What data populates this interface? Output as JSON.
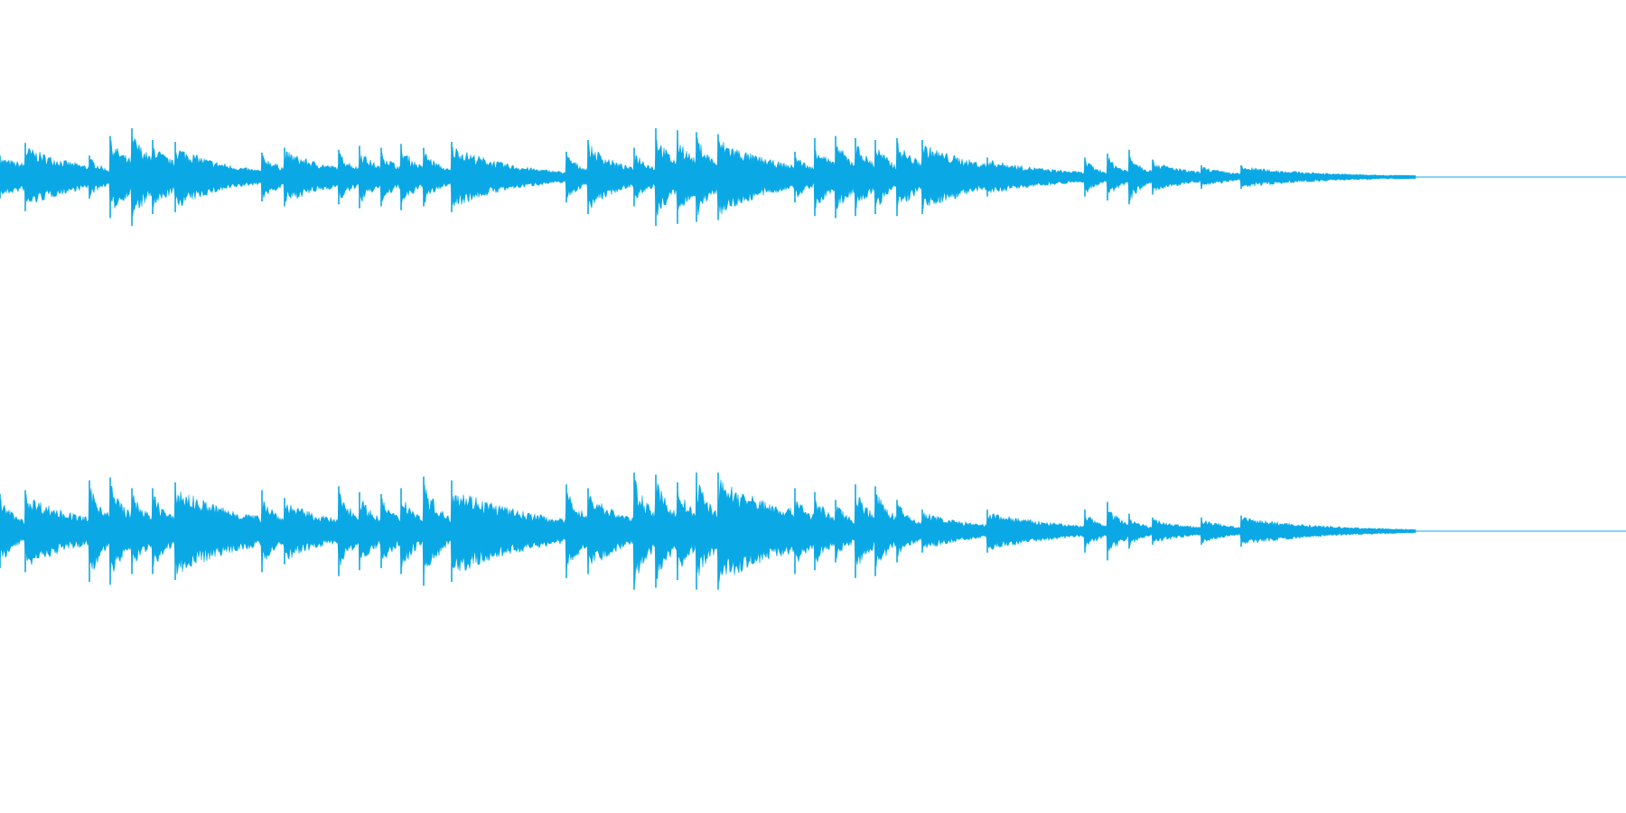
{
  "colors": {
    "background": "#ffffff",
    "waveform": "#0aa9e6"
  },
  "waveform": {
    "channels": [
      {
        "name": "channel-top",
        "notes": [
          {
            "t": 0.0,
            "a": 0.22,
            "d": 0.05
          },
          {
            "t": 0.018,
            "a": 0.35,
            "d": 0.045
          },
          {
            "t": 0.063,
            "a": 0.22,
            "d": 0.015
          },
          {
            "t": 0.078,
            "a": 0.42,
            "d": 0.02
          },
          {
            "t": 0.093,
            "a": 0.5,
            "d": 0.018
          },
          {
            "t": 0.108,
            "a": 0.38,
            "d": 0.02
          },
          {
            "t": 0.124,
            "a": 0.36,
            "d": 0.04
          },
          {
            "t": 0.185,
            "a": 0.25,
            "d": 0.02
          },
          {
            "t": 0.201,
            "a": 0.3,
            "d": 0.04
          },
          {
            "t": 0.239,
            "a": 0.28,
            "d": 0.015
          },
          {
            "t": 0.254,
            "a": 0.32,
            "d": 0.015
          },
          {
            "t": 0.269,
            "a": 0.3,
            "d": 0.015
          },
          {
            "t": 0.283,
            "a": 0.34,
            "d": 0.015
          },
          {
            "t": 0.299,
            "a": 0.3,
            "d": 0.015
          },
          {
            "t": 0.319,
            "a": 0.36,
            "d": 0.045
          },
          {
            "t": 0.4,
            "a": 0.26,
            "d": 0.015
          },
          {
            "t": 0.415,
            "a": 0.38,
            "d": 0.025
          },
          {
            "t": 0.448,
            "a": 0.3,
            "d": 0.015
          },
          {
            "t": 0.463,
            "a": 0.5,
            "d": 0.015
          },
          {
            "t": 0.478,
            "a": 0.48,
            "d": 0.015
          },
          {
            "t": 0.492,
            "a": 0.46,
            "d": 0.015
          },
          {
            "t": 0.507,
            "a": 0.44,
            "d": 0.045
          },
          {
            "t": 0.561,
            "a": 0.26,
            "d": 0.015
          },
          {
            "t": 0.575,
            "a": 0.4,
            "d": 0.015
          },
          {
            "t": 0.59,
            "a": 0.42,
            "d": 0.015
          },
          {
            "t": 0.604,
            "a": 0.4,
            "d": 0.015
          },
          {
            "t": 0.618,
            "a": 0.38,
            "d": 0.015
          },
          {
            "t": 0.633,
            "a": 0.4,
            "d": 0.02
          },
          {
            "t": 0.651,
            "a": 0.38,
            "d": 0.05
          },
          {
            "t": 0.697,
            "a": 0.2,
            "d": 0.055
          },
          {
            "t": 0.766,
            "a": 0.2,
            "d": 0.012
          },
          {
            "t": 0.782,
            "a": 0.24,
            "d": 0.012
          },
          {
            "t": 0.797,
            "a": 0.28,
            "d": 0.012
          },
          {
            "t": 0.814,
            "a": 0.18,
            "d": 0.03
          },
          {
            "t": 0.848,
            "a": 0.12,
            "d": 0.025
          },
          {
            "t": 0.876,
            "a": 0.12,
            "d": 0.06
          }
        ]
      },
      {
        "name": "channel-bottom",
        "notes": [
          {
            "t": 0.0,
            "a": 0.38,
            "d": 0.015
          },
          {
            "t": 0.018,
            "a": 0.42,
            "d": 0.045
          },
          {
            "t": 0.063,
            "a": 0.52,
            "d": 0.015
          },
          {
            "t": 0.078,
            "a": 0.55,
            "d": 0.015
          },
          {
            "t": 0.093,
            "a": 0.44,
            "d": 0.015
          },
          {
            "t": 0.108,
            "a": 0.44,
            "d": 0.015
          },
          {
            "t": 0.124,
            "a": 0.5,
            "d": 0.055
          },
          {
            "t": 0.185,
            "a": 0.42,
            "d": 0.015
          },
          {
            "t": 0.201,
            "a": 0.34,
            "d": 0.04
          },
          {
            "t": 0.239,
            "a": 0.46,
            "d": 0.015
          },
          {
            "t": 0.254,
            "a": 0.4,
            "d": 0.015
          },
          {
            "t": 0.269,
            "a": 0.38,
            "d": 0.015
          },
          {
            "t": 0.283,
            "a": 0.44,
            "d": 0.015
          },
          {
            "t": 0.299,
            "a": 0.56,
            "d": 0.015
          },
          {
            "t": 0.319,
            "a": 0.52,
            "d": 0.06
          },
          {
            "t": 0.4,
            "a": 0.48,
            "d": 0.015
          },
          {
            "t": 0.415,
            "a": 0.44,
            "d": 0.03
          },
          {
            "t": 0.448,
            "a": 0.6,
            "d": 0.015
          },
          {
            "t": 0.463,
            "a": 0.58,
            "d": 0.015
          },
          {
            "t": 0.478,
            "a": 0.5,
            "d": 0.015
          },
          {
            "t": 0.492,
            "a": 0.6,
            "d": 0.015
          },
          {
            "t": 0.507,
            "a": 0.6,
            "d": 0.06
          },
          {
            "t": 0.561,
            "a": 0.44,
            "d": 0.015
          },
          {
            "t": 0.575,
            "a": 0.4,
            "d": 0.015
          },
          {
            "t": 0.59,
            "a": 0.32,
            "d": 0.015
          },
          {
            "t": 0.604,
            "a": 0.48,
            "d": 0.015
          },
          {
            "t": 0.618,
            "a": 0.46,
            "d": 0.015
          },
          {
            "t": 0.633,
            "a": 0.32,
            "d": 0.015
          },
          {
            "t": 0.651,
            "a": 0.22,
            "d": 0.04
          },
          {
            "t": 0.697,
            "a": 0.22,
            "d": 0.055
          },
          {
            "t": 0.766,
            "a": 0.22,
            "d": 0.012
          },
          {
            "t": 0.782,
            "a": 0.3,
            "d": 0.012
          },
          {
            "t": 0.797,
            "a": 0.18,
            "d": 0.012
          },
          {
            "t": 0.814,
            "a": 0.14,
            "d": 0.03
          },
          {
            "t": 0.848,
            "a": 0.14,
            "d": 0.025
          },
          {
            "t": 0.876,
            "a": 0.16,
            "d": 0.06
          }
        ]
      }
    ]
  }
}
